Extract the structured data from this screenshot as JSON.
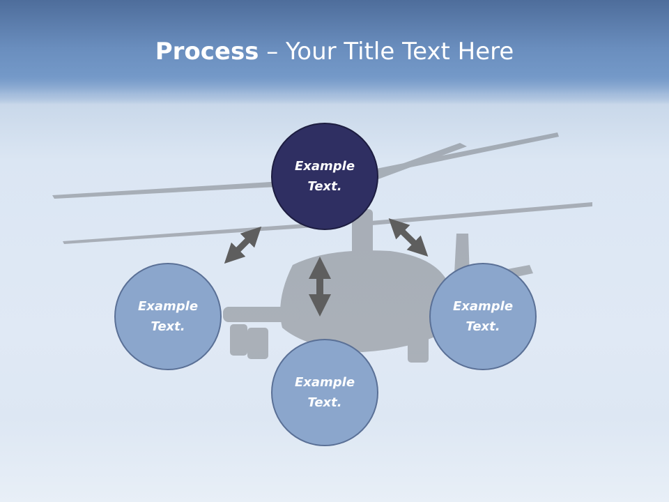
{
  "title": {
    "strong": "Process",
    "rest": " – Your Title Text Here"
  },
  "nodes": {
    "top": "Example Text.",
    "left": "Example Text.",
    "right": "Example Text.",
    "bottom": "Example Text."
  },
  "colors": {
    "main_node": "#2f2f62",
    "sub_node": "#8ba6cc",
    "arrow": "#5e5e5e",
    "header": "#6a8ebd"
  }
}
